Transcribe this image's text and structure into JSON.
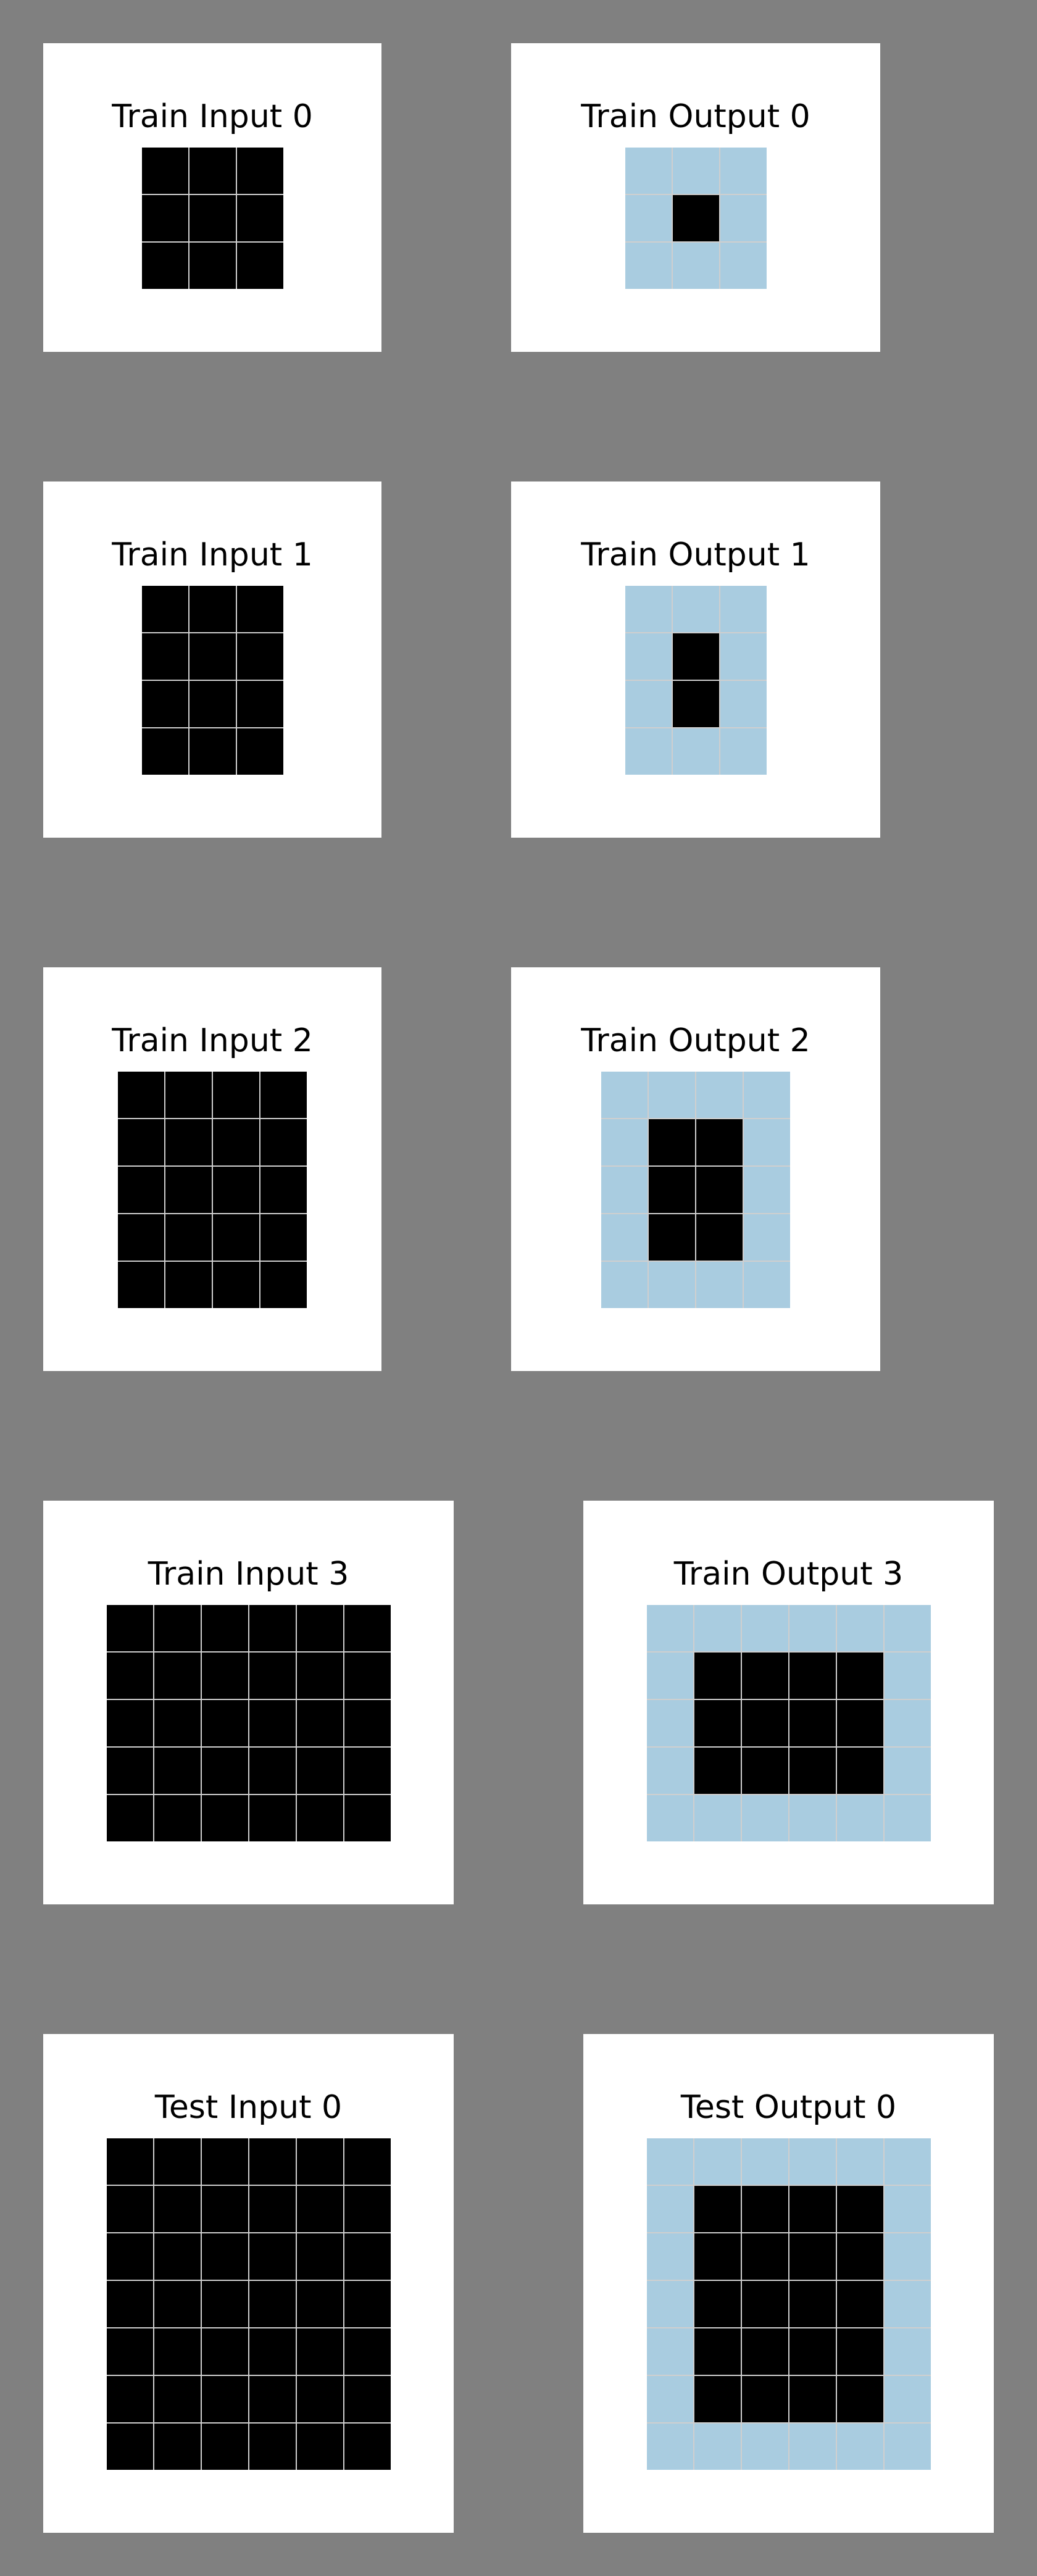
{
  "colors": {
    "background": "#808080",
    "panel": "#ffffff",
    "grid_line": "#cfcfcf",
    "0": "#000000",
    "8": "#a9cce0"
  },
  "pairs": [
    {
      "input": {
        "title": "Train Input 0",
        "grid": [
          [
            0,
            0,
            0
          ],
          [
            0,
            0,
            0
          ],
          [
            0,
            0,
            0
          ]
        ]
      },
      "output": {
        "title": "Train Output 0",
        "grid": [
          [
            8,
            8,
            8
          ],
          [
            8,
            0,
            8
          ],
          [
            8,
            8,
            8
          ]
        ]
      }
    },
    {
      "input": {
        "title": "Train Input 1",
        "grid": [
          [
            0,
            0,
            0
          ],
          [
            0,
            0,
            0
          ],
          [
            0,
            0,
            0
          ],
          [
            0,
            0,
            0
          ]
        ]
      },
      "output": {
        "title": "Train Output 1",
        "grid": [
          [
            8,
            8,
            8
          ],
          [
            8,
            0,
            8
          ],
          [
            8,
            0,
            8
          ],
          [
            8,
            8,
            8
          ]
        ]
      }
    },
    {
      "input": {
        "title": "Train Input 2",
        "grid": [
          [
            0,
            0,
            0,
            0
          ],
          [
            0,
            0,
            0,
            0
          ],
          [
            0,
            0,
            0,
            0
          ],
          [
            0,
            0,
            0,
            0
          ],
          [
            0,
            0,
            0,
            0
          ]
        ]
      },
      "output": {
        "title": "Train Output 2",
        "grid": [
          [
            8,
            8,
            8,
            8
          ],
          [
            8,
            0,
            0,
            8
          ],
          [
            8,
            0,
            0,
            8
          ],
          [
            8,
            0,
            0,
            8
          ],
          [
            8,
            8,
            8,
            8
          ]
        ]
      }
    },
    {
      "input": {
        "title": "Train Input 3",
        "grid": [
          [
            0,
            0,
            0,
            0,
            0,
            0
          ],
          [
            0,
            0,
            0,
            0,
            0,
            0
          ],
          [
            0,
            0,
            0,
            0,
            0,
            0
          ],
          [
            0,
            0,
            0,
            0,
            0,
            0
          ],
          [
            0,
            0,
            0,
            0,
            0,
            0
          ]
        ]
      },
      "output": {
        "title": "Train Output 3",
        "grid": [
          [
            8,
            8,
            8,
            8,
            8,
            8
          ],
          [
            8,
            0,
            0,
            0,
            0,
            8
          ],
          [
            8,
            0,
            0,
            0,
            0,
            8
          ],
          [
            8,
            0,
            0,
            0,
            0,
            8
          ],
          [
            8,
            8,
            8,
            8,
            8,
            8
          ]
        ]
      }
    },
    {
      "input": {
        "title": "Test Input 0",
        "grid": [
          [
            0,
            0,
            0,
            0,
            0,
            0
          ],
          [
            0,
            0,
            0,
            0,
            0,
            0
          ],
          [
            0,
            0,
            0,
            0,
            0,
            0
          ],
          [
            0,
            0,
            0,
            0,
            0,
            0
          ],
          [
            0,
            0,
            0,
            0,
            0,
            0
          ],
          [
            0,
            0,
            0,
            0,
            0,
            0
          ],
          [
            0,
            0,
            0,
            0,
            0,
            0
          ]
        ]
      },
      "output": {
        "title": "Test Output 0",
        "grid": [
          [
            8,
            8,
            8,
            8,
            8,
            8
          ],
          [
            8,
            0,
            0,
            0,
            0,
            8
          ],
          [
            8,
            0,
            0,
            0,
            0,
            8
          ],
          [
            8,
            0,
            0,
            0,
            0,
            8
          ],
          [
            8,
            0,
            0,
            0,
            0,
            8
          ],
          [
            8,
            0,
            0,
            0,
            0,
            8
          ],
          [
            8,
            8,
            8,
            8,
            8,
            8
          ]
        ]
      }
    }
  ]
}
